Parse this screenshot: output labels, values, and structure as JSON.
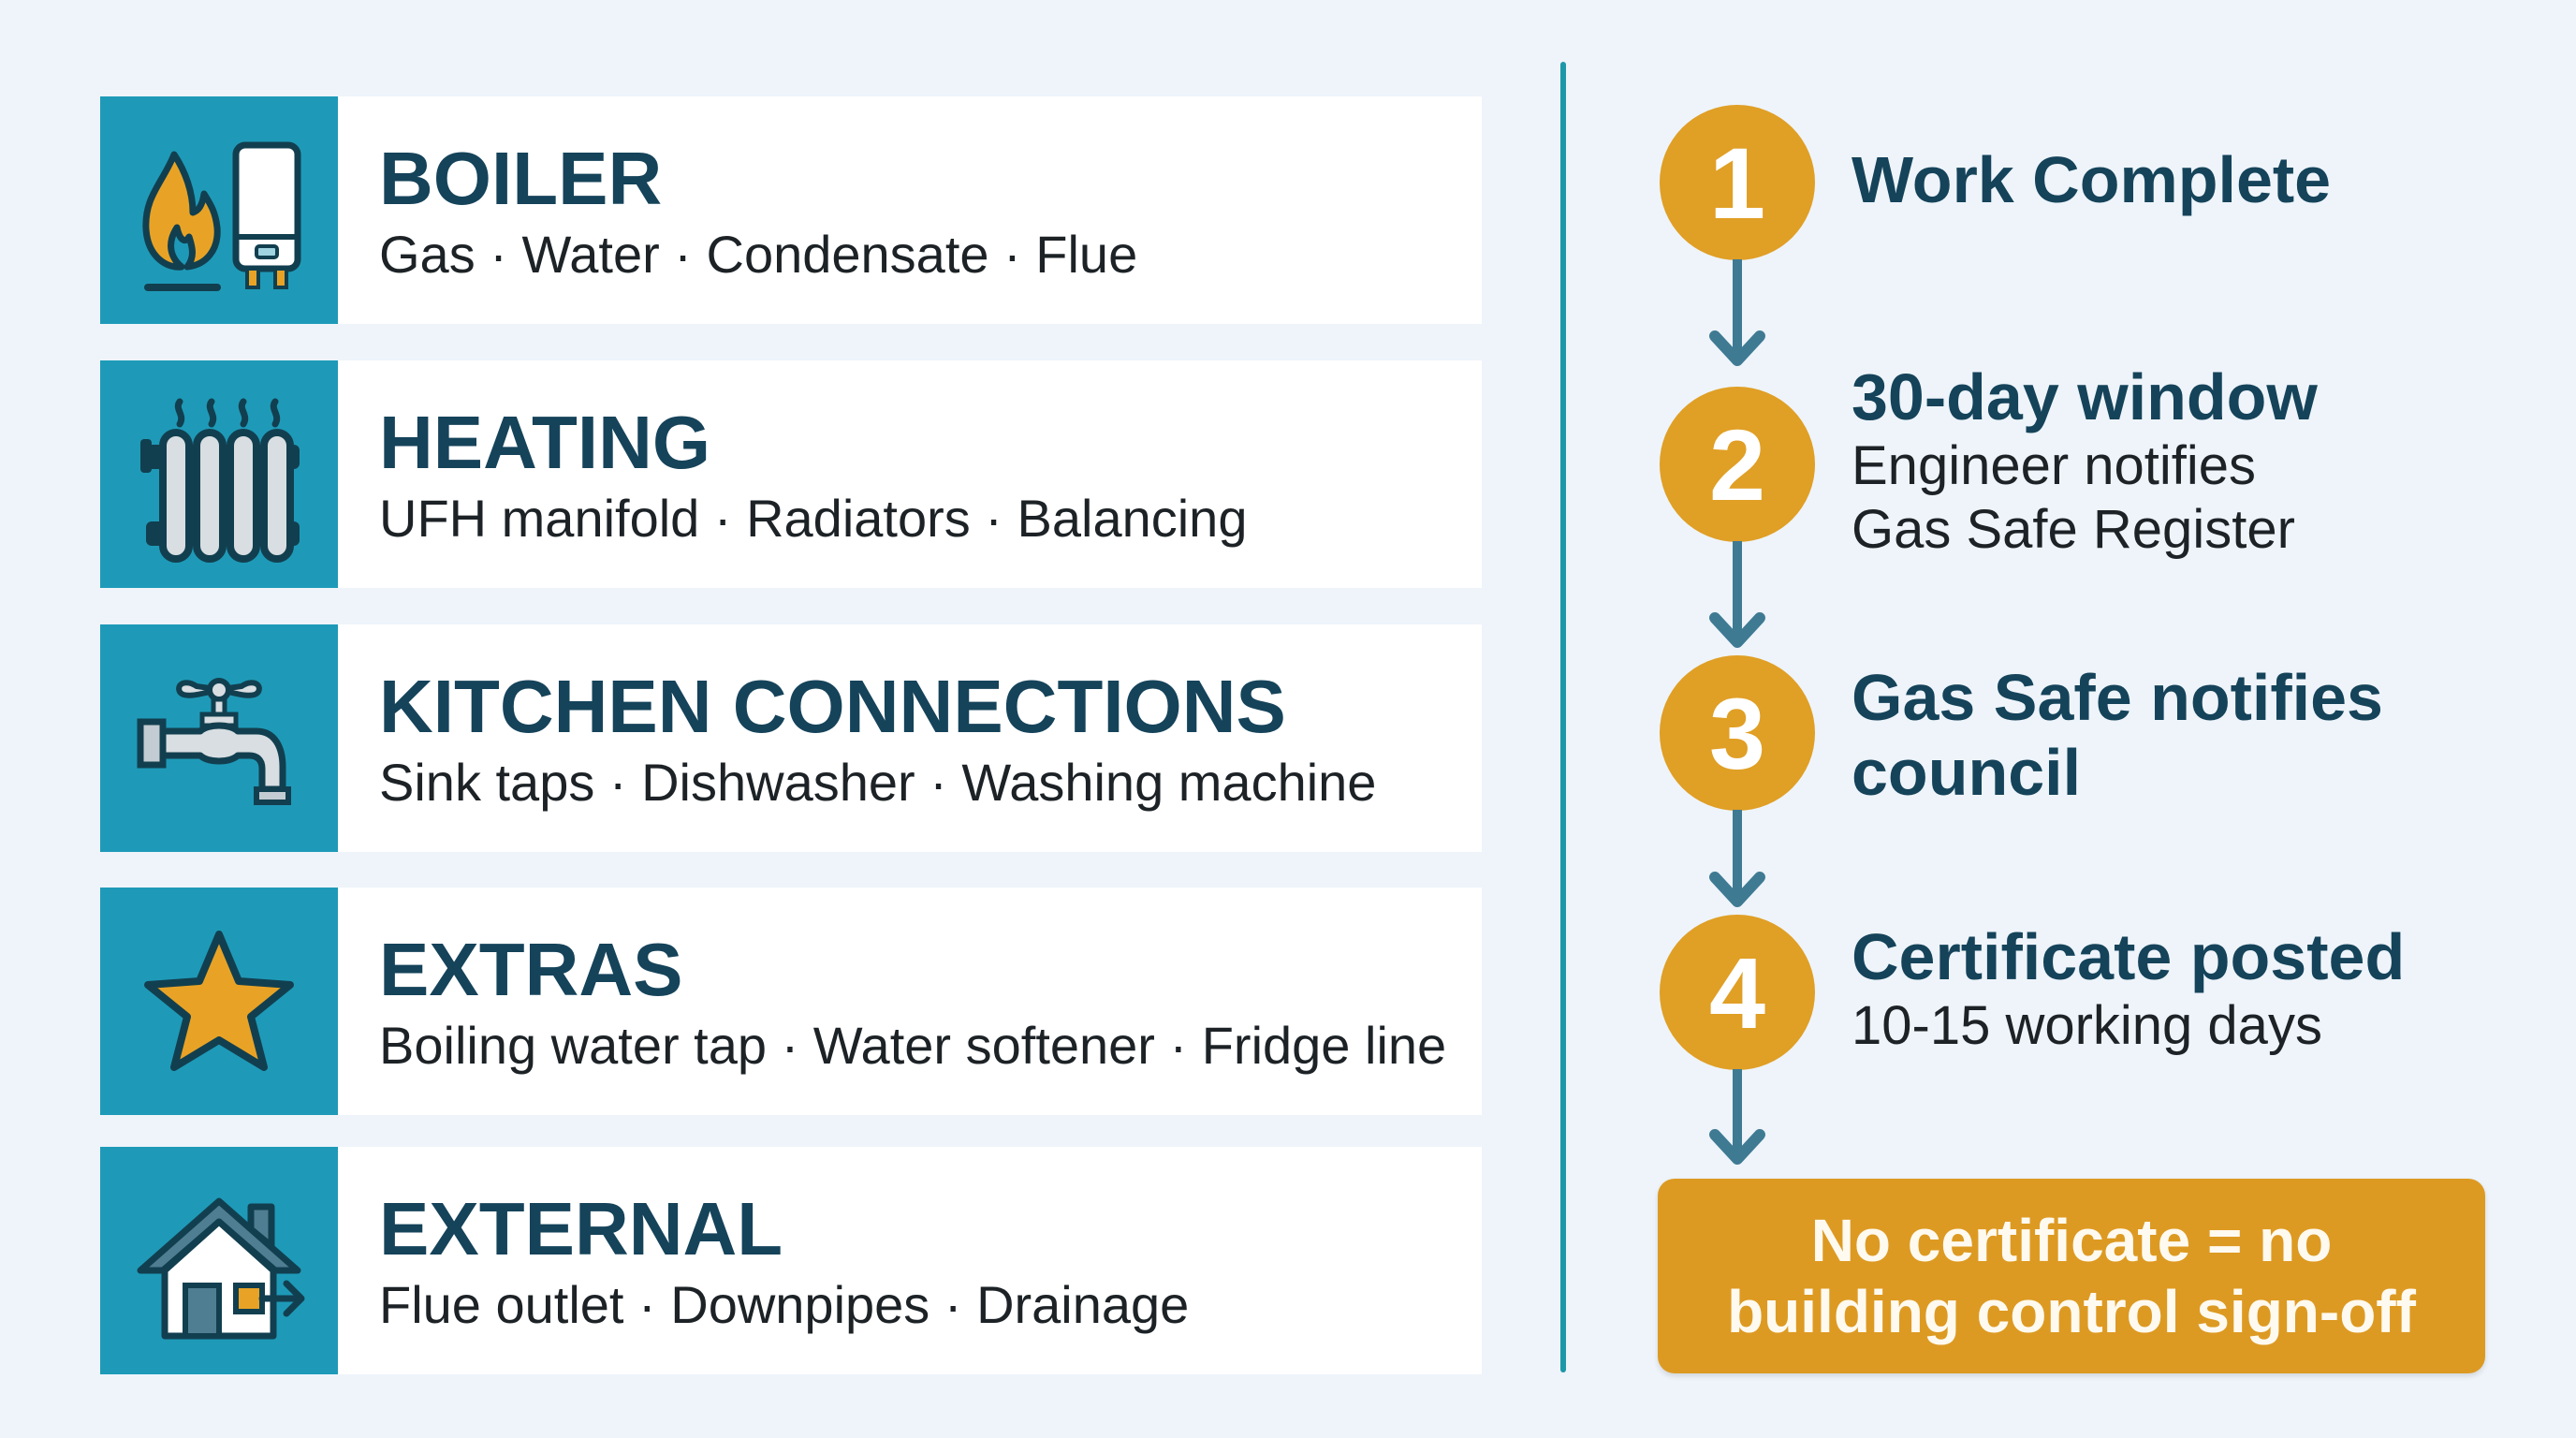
{
  "colors": {
    "background": "#eef4fa",
    "icon_box": "#1e9ab8",
    "title": "#15435a",
    "accent_orange": "#e09f25",
    "arrow": "#3f7a93",
    "divider": "#1d98a8"
  },
  "categories": [
    {
      "icon": "boiler-flame-icon",
      "title": "BOILER",
      "items": "Gas · Water · Condensate · Flue"
    },
    {
      "icon": "radiator-icon",
      "title": "HEATING",
      "items": "UFH manifold · Radiators · Balancing"
    },
    {
      "icon": "tap-icon",
      "title": "KITCHEN CONNECTIONS",
      "items": "Sink taps · Dishwasher · Washing machine"
    },
    {
      "icon": "star-icon",
      "title": "EXTRAS",
      "items": "Boiling water tap · Water softener · Fridge line"
    },
    {
      "icon": "house-flue-icon",
      "title": "EXTERNAL",
      "items": "Flue outlet · Downpipes · Drainage"
    }
  ],
  "process": {
    "steps": [
      {
        "number": "1",
        "title": "Work Complete",
        "lines": []
      },
      {
        "number": "2",
        "title": "30-day window",
        "lines": [
          "Engineer notifies",
          "Gas Safe Register"
        ]
      },
      {
        "number": "3",
        "title_lines": [
          "Gas Safe notifies",
          "council"
        ],
        "lines": []
      },
      {
        "number": "4",
        "title": "Certificate posted",
        "lines": [
          "10-15 working days"
        ]
      }
    ],
    "warning": {
      "line1": "No certificate = no",
      "line2": "building control sign-off"
    }
  }
}
